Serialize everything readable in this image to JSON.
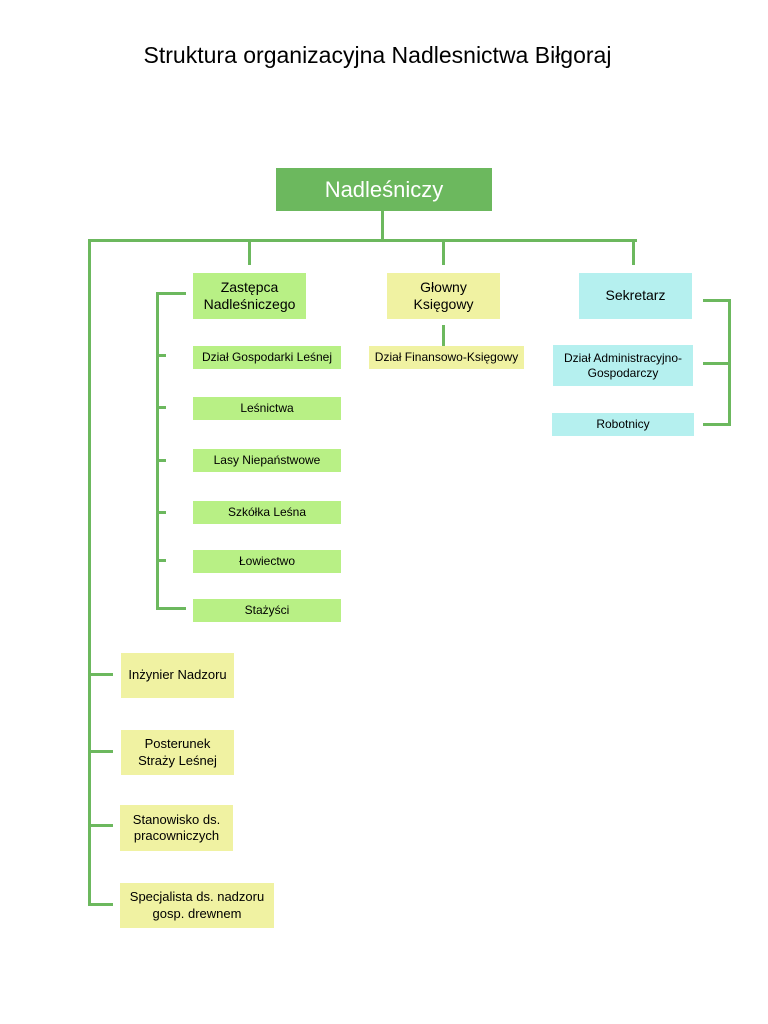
{
  "title": "Struktura organizacyjna Nadlesnictwa Biłgoraj",
  "top": {
    "label": "Nadleśniczy"
  },
  "deputy": {
    "label": "Zastępca Nadleśniczego",
    "units": [
      "Dział Gospodarki Leśnej",
      "Leśnictwa",
      "Lasy Niepaństwowe",
      "Szkółka Leśna",
      "Łowiectwo",
      "Stażyści"
    ]
  },
  "accountant": {
    "label": "Głowny Księgowy",
    "units": [
      "Dział Finansowo-Księgowy"
    ]
  },
  "secretary": {
    "label": "Sekretarz",
    "units": [
      "Dział Administracyjno-Gospodarczy",
      "Robotnicy"
    ]
  },
  "direct_positions": [
    "Inżynier Nadzoru",
    "Posterunek Straży Leśnej",
    "Stanowisko ds. pracowniczych",
    "Specjalista ds. nadzoru gosp. drewnem"
  ],
  "colors": {
    "connector": "#6cb85e",
    "director": "#6cb85e",
    "deputy_branch": "#b8f085",
    "accountant_branch": "#f0f2a2",
    "secretary_branch": "#b5f0ef",
    "direct_positions": "#f0f2a2"
  }
}
